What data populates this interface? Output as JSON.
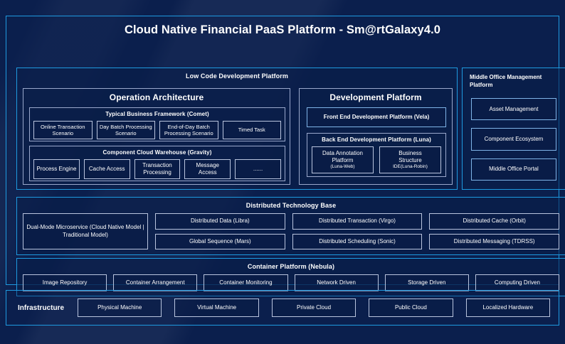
{
  "title": "Cloud Native Financial PaaS Platform - Sm@rtGalaxy4.0",
  "colors": {
    "background": "#0b1f4d",
    "accent_border": "#1e9ae0",
    "box_border": "#b9c4de",
    "text": "#ffffff"
  },
  "low_code": {
    "title": "Low Code Development Platform",
    "operation_architecture": {
      "title": "Operation Architecture",
      "comet": {
        "title": "Typical Business Framework (Comet)",
        "items": [
          "Online Transaction Scenario",
          "Day Batch Processing Scenario",
          "End-of-Day Batch Processing Scenario",
          "Timed Task"
        ]
      },
      "gravity": {
        "title": "Component Cloud Warehouse (Gravity)",
        "items": [
          "Process Engine",
          "Cache Access",
          "Transaction Processing",
          "Message Access",
          "......"
        ]
      }
    },
    "development_platform": {
      "title": "Development Platform",
      "front_end": "Front End Development Platform (Vela)",
      "back_end": {
        "title": "Back End Development Platform (Luna)",
        "items": [
          {
            "line1": "Data Annotation",
            "line2": "Platform",
            "line3": "(Luna-Web)"
          },
          {
            "line1": "Business",
            "line2": "Structure",
            "line3": "IDE(Luna-Robin)"
          }
        ]
      }
    }
  },
  "middle_office": {
    "title": "Middle Office Management Platform",
    "items": [
      "Asset Management",
      "Component Ecosystem",
      "Middle Office Portal"
    ]
  },
  "distributed_technology_base": {
    "title": "Distributed Technology Base",
    "dual_mode": "Dual-Mode Microservice (Cloud Native Model | Traditional Model)",
    "columns": [
      {
        "top": "Distributed Data (Libra)",
        "bottom": "Global Sequence (Mars)"
      },
      {
        "top": "Distributed Transaction (Virgo)",
        "bottom": "Distributed Scheduling (Sonic)"
      },
      {
        "top": "Distributed Cache (Orbit)",
        "bottom": "Distributed Messaging (TDRSS)"
      }
    ]
  },
  "container_platform": {
    "title": "Container Platform (Nebula)",
    "items": [
      "Image Repository",
      "Container Arrangement",
      "Container Monitoring",
      "Network Driven",
      "Storage Driven",
      "Computing Driven"
    ]
  },
  "infrastructure": {
    "label": "Infrastructure",
    "items": [
      "Physical Machine",
      "Virtual Machine",
      "Private Cloud",
      "Public Cloud",
      "Localized Hardware"
    ]
  }
}
